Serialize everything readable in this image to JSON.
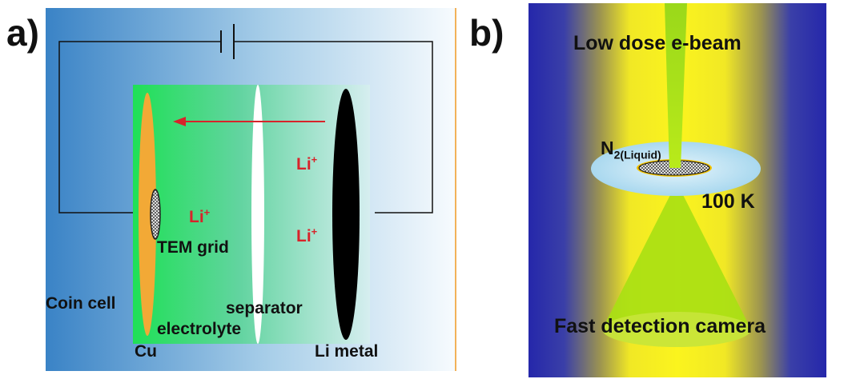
{
  "panel_a": {
    "letter": "a)",
    "labels": {
      "coin_cell": "Coin cell",
      "cu": "Cu",
      "tem_grid": "TEM grid",
      "separator": "separator",
      "electrolyte": "electrolyte",
      "li_metal": "Li metal",
      "li_ion_base": "Li",
      "li_ion_charge": "+"
    },
    "colors": {
      "background_blue": "#3b86c9",
      "electrolyte_green": "#21e05a",
      "cu_orange": "#f2a936",
      "li_metal_black": "#000000",
      "arrow_red": "#d8232a"
    }
  },
  "panel_b": {
    "letter": "b)",
    "labels": {
      "beam": "Low dose e-beam",
      "n2_main": "N",
      "n2_sub": "2(Liquid)",
      "temperature": "100 K",
      "camera": "Fast detection camera"
    },
    "colors": {
      "background_blue": "#2328a8",
      "beam_yellow": "#f7f21e",
      "cone_green": "#b6e60c",
      "disc_blue": "#bfe4f5"
    }
  }
}
